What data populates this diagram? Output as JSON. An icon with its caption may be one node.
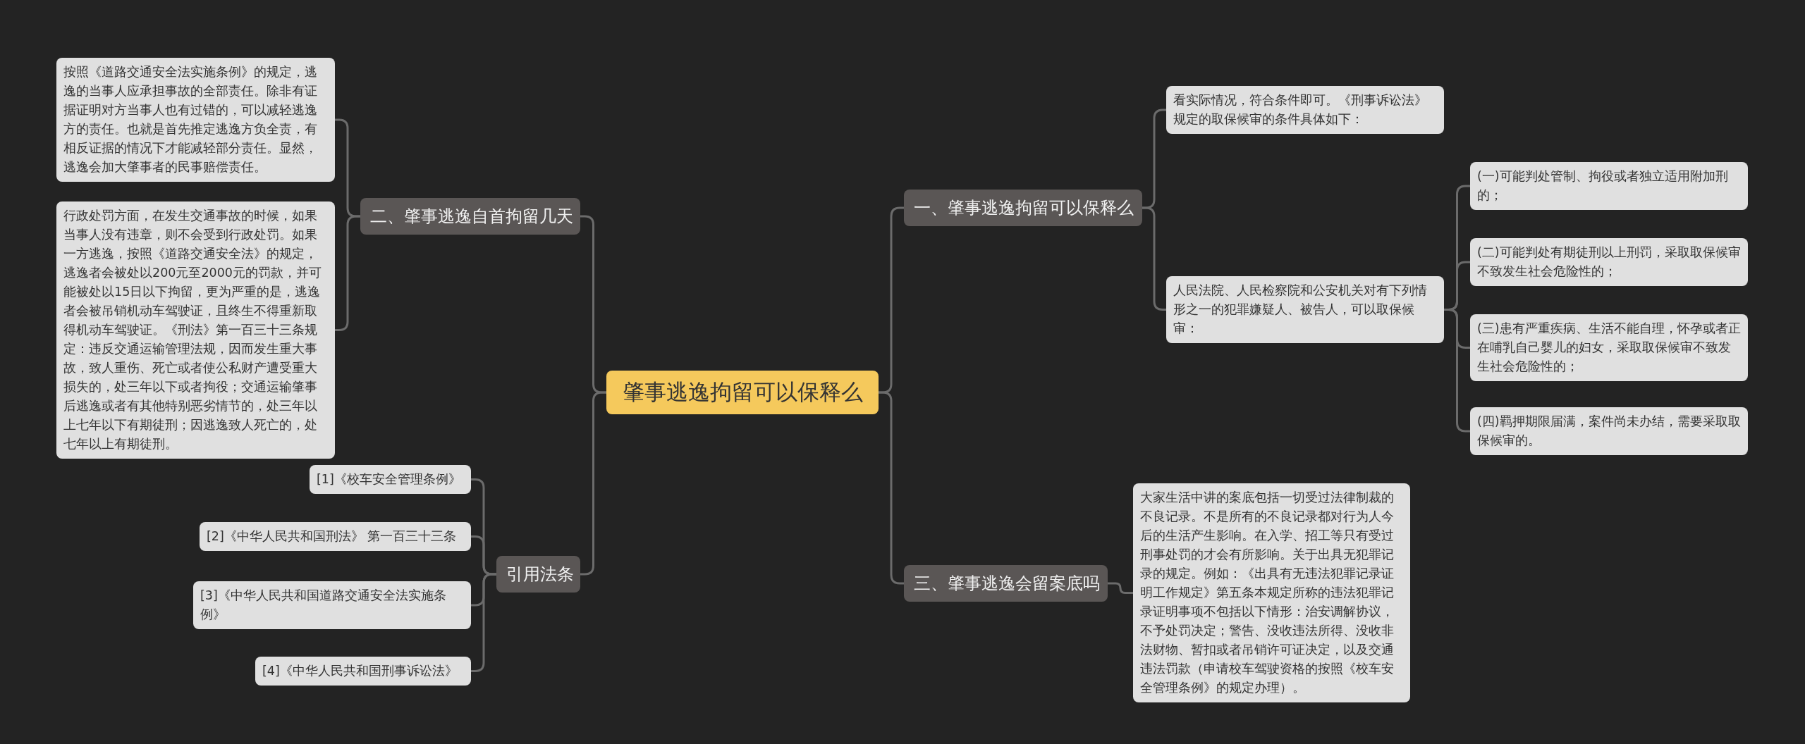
{
  "diagram": {
    "nodes": [
      {
        "text": [
          "肇事逃逸拘留可以保释么"
        ]
      },
      {
        "text": [
          "一、肇事逃逸拘留可以保释么"
        ]
      },
      {
        "text": [
          "看实际情况，符合条件即可。《刑事诉讼法》规定的取保候审的条件具体如下："
        ]
      },
      {
        "text": [
          "人民法院、人民检察院和公安机关对有下列情形之一的犯罪嫌疑人、被告人，可以取保候审："
        ]
      },
      {
        "text": [
          "(一)可能判处管制、拘役或者独立适用附加刑的；"
        ]
      },
      {
        "text": [
          "(二)可能判处有期徒刑以上刑罚，采取取保候审不致发生社会危险性的；"
        ]
      },
      {
        "text": [
          "(三)患有严重疾病、生活不能自理，怀孕或者正在哺乳自己婴儿的妇女，采取取保候审不致发生社会危险性的；"
        ]
      },
      {
        "text": [
          "(四)羁押期限届满，案件尚未办结，需要采取取保候审的。"
        ]
      },
      {
        "text": [
          "三、肇事逃逸会留案底吗"
        ]
      },
      {
        "text": [
          "大家生活中讲的案底包括一切受过法律制裁的不良记录。不是所有的不良记录都对行为人今后的生活产生影响。在入学、招工等只有受过刑事处罚的才会有所影响。关于出具无犯罪记录的规定。例如：《出具有无违法犯罪记录证明工作规定》第五条本规定所称的违法犯罪记录证明事项不包括以下情形：治安调解协议，不予处罚决定；警告、没收违法所得、没收非法财物、暂扣或者吊销许可证决定，以及交通违法罚款（申请校车驾驶资格的按照《校车安全管理条例》的规定办理）。"
        ]
      },
      {
        "text": [
          "二、肇事逃逸自首拘留几天"
        ]
      },
      {
        "text": [
          "按照《道路交通安全法实施条例》的规定，逃逸的当事人应承担事故的全部责任。除非有证据证明对方当事人也有过错的，可以减轻逃逸方的责任。也就是首先推定逃逸方负全责，有相反证据的情况下才能减轻部分责任。显然，逃逸会加大肇事者的民事赔偿责任。"
        ]
      },
      {
        "text": [
          "行政处罚方面，在发生交通事故的时候，如果当事人没有违章，则不会受到行政处罚。如果一方逃逸，按照《道路交通安全法》的规定，逃逸者会被处以200元至2000元的罚款，并可能被处以15日以下拘留，更为严重的是，逃逸者会被吊销机动车驾驶证，且终生不得重新取得机动车驾驶证。《刑法》第一百三十三条规定：违反交通运输管理法规，因而发生重大事故，致人重伤、死亡或者使公私财产遭受重大损失的，处三年以下或者拘役；交通运输肇事后逃逸或者有其他特别恶劣情节的，处三年以上七年以下有期徒刑；因逃逸致人死亡的，处七年以上有期徒刑。"
        ]
      },
      {
        "text": [
          "引用法条"
        ]
      },
      {
        "text": [
          "[1]《校车安全管理条例》"
        ]
      },
      {
        "text": [
          "[2]《中华人民共和国刑法》 第一百三十三条"
        ]
      },
      {
        "text": [
          "[3]《中华人民共和国道路交通安全法实施条例》"
        ]
      },
      {
        "text": [
          "[4]《中华人民共和国刑事诉讼法》"
        ]
      }
    ],
    "edges": [
      {
        "from": 0,
        "to": 1,
        "arrow": "none"
      },
      {
        "from": 1,
        "to": 2,
        "arrow": "none"
      },
      {
        "from": 1,
        "to": 3,
        "arrow": "none"
      },
      {
        "from": 3,
        "to": 4,
        "arrow": "none"
      },
      {
        "from": 3,
        "to": 5,
        "arrow": "none"
      },
      {
        "from": 3,
        "to": 6,
        "arrow": "none"
      },
      {
        "from": 3,
        "to": 7,
        "arrow": "none"
      },
      {
        "from": 0,
        "to": 8,
        "arrow": "none"
      },
      {
        "from": 8,
        "to": 9,
        "arrow": "none"
      },
      {
        "from": 0,
        "to": 10,
        "arrow": "none"
      },
      {
        "from": 10,
        "to": 11,
        "arrow": "none"
      },
      {
        "from": 10,
        "to": 12,
        "arrow": "none"
      },
      {
        "from": 0,
        "to": 13,
        "arrow": "none"
      },
      {
        "from": 13,
        "to": 14,
        "arrow": "none"
      },
      {
        "from": 13,
        "to": 15,
        "arrow": "none"
      },
      {
        "from": 13,
        "to": 16,
        "arrow": "none"
      },
      {
        "from": 13,
        "to": 17,
        "arrow": "none"
      }
    ]
  }
}
